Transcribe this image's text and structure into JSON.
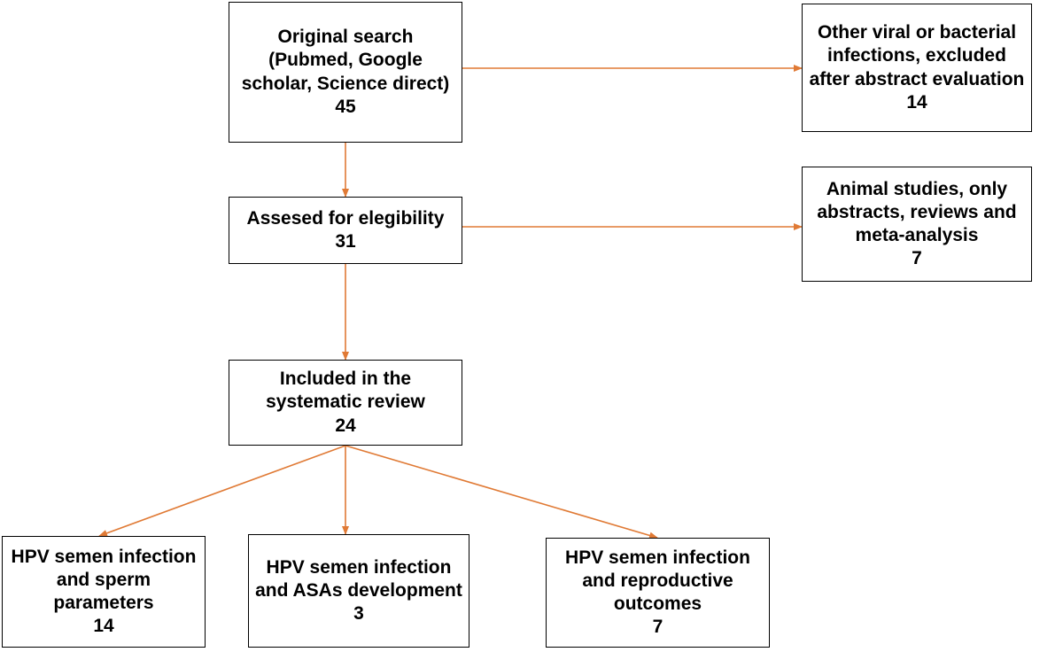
{
  "boxes": {
    "original_search": {
      "text": "Original search (Pubmed, Google scholar, Science direct)",
      "count": "45"
    },
    "excluded_abstract": {
      "text": "Other viral or bacterial infections, excluded after abstract evaluation",
      "count": "14"
    },
    "assessed": {
      "text": "Assesed for elegibility",
      "count": "31"
    },
    "excluded_other": {
      "text": "Animal studies, only abstracts, reviews and meta-analysis",
      "count": "7"
    },
    "included": {
      "text": "Included in the systematic review",
      "count": "24"
    },
    "sperm_params": {
      "text": "HPV semen infection and sperm parameters",
      "count": "14"
    },
    "asas": {
      "text": "HPV semen infection and ASAs development",
      "count": "3"
    },
    "reproductive": {
      "text": "HPV semen infection and reproductive outcomes",
      "count": "7"
    }
  },
  "colors": {
    "arrow": "#e07a35",
    "border": "#000000"
  }
}
